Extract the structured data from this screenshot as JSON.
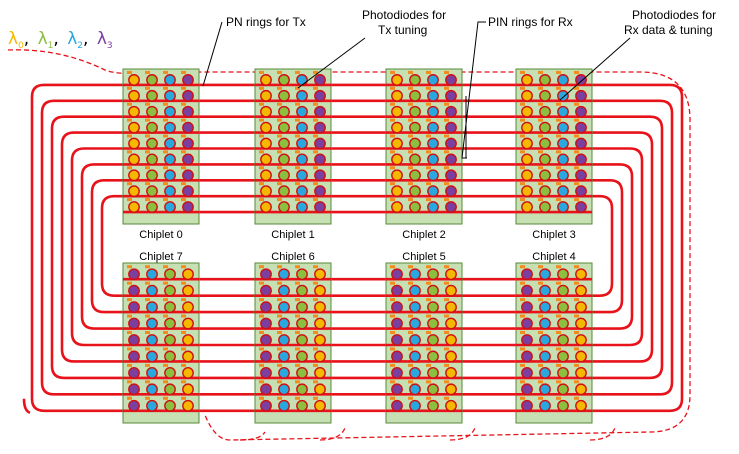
{
  "legend": {
    "wavelengths": [
      {
        "symbol": "λ",
        "sub": "0",
        "color": "#f5b800"
      },
      {
        "symbol": "λ",
        "sub": "1",
        "color": "#8cbf3f"
      },
      {
        "symbol": "λ",
        "sub": "2",
        "color": "#29a8e0"
      },
      {
        "symbol": "λ",
        "sub": "3",
        "color": "#7b3fa0"
      }
    ],
    "separator": ","
  },
  "callouts": {
    "pn_rings": "PN rings for Tx",
    "pd_tx_line1": "Photodiodes for",
    "pd_tx_line2": "Tx tuning",
    "pin_rings": "PIN rings for Rx",
    "pd_rx_line1": "Photodiodes for",
    "pd_rx_line2": "Rx data & tuning"
  },
  "chiplets": [
    {
      "label": "Chiplet 0",
      "row": "top",
      "col": 0
    },
    {
      "label": "Chiplet 1",
      "row": "top",
      "col": 1
    },
    {
      "label": "Chiplet 2",
      "row": "top",
      "col": 2
    },
    {
      "label": "Chiplet 3",
      "row": "top",
      "col": 3
    },
    {
      "label": "Chiplet 7",
      "row": "bottom",
      "col": 0
    },
    {
      "label": "Chiplet 6",
      "row": "bottom",
      "col": 1
    },
    {
      "label": "Chiplet 5",
      "row": "bottom",
      "col": 2
    },
    {
      "label": "Chiplet 4",
      "row": "bottom",
      "col": 3
    }
  ],
  "colors": {
    "chiplet_fill": "#c6dfb3",
    "chiplet_border": "#5a8a3a",
    "waveguide": "#e8131a",
    "ring_outline": "#d01010",
    "photodiode": "#f28c1c",
    "dashed_line": "#e8131a"
  }
}
